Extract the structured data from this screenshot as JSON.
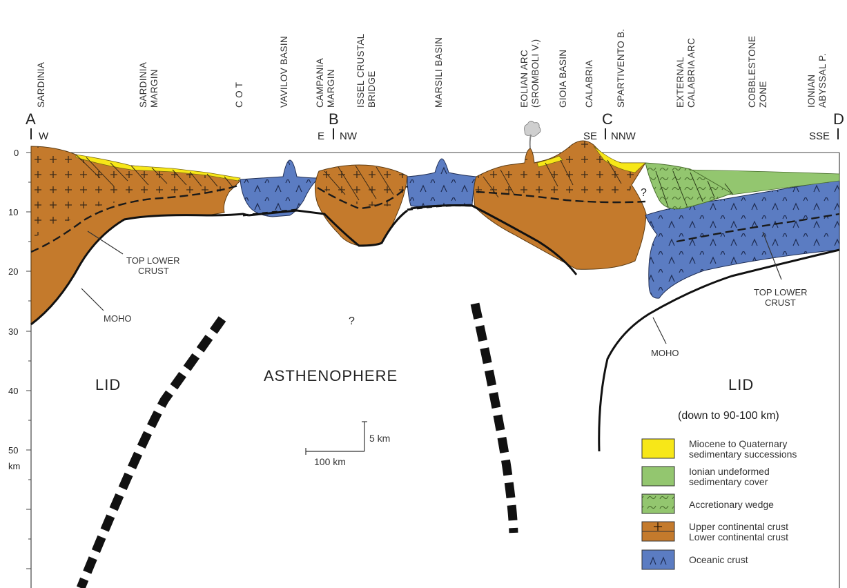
{
  "regions": [
    [
      "SARDINIA"
    ],
    [
      "SARDINIA",
      "MARGIN"
    ],
    [
      "C O T"
    ],
    [
      "VAVILOV BASIN"
    ],
    [
      "CAMPANIA",
      "MARGIN"
    ],
    [
      "ISSEL CRUSTAL",
      "BRIDGE"
    ],
    [
      "MARSILI BASIN"
    ],
    [
      "EOLIAN ARC",
      "(SROMBOLI V.)"
    ],
    [
      "GIOIA BASIN"
    ],
    [
      "CALABRIA"
    ],
    [
      "SPARTIVENTO B."
    ],
    [
      "EXTERNAL",
      "CALABRIA ARC"
    ],
    [
      "COBBLESTONE",
      "ZONE"
    ],
    [
      "IONIAN",
      "ABYSSAL P."
    ]
  ],
  "points": {
    "a": "A",
    "b": "B",
    "c": "C",
    "d": "D"
  },
  "directions": {
    "w": "W",
    "e": "E",
    "nw": "NW",
    "se": "SE",
    "nnw": "NNW",
    "sse": "SSE"
  },
  "depth_axis": {
    "ticks": [
      "0",
      "10",
      "20",
      "30",
      "40",
      "50"
    ],
    "unit": "km"
  },
  "annotations": {
    "top_lower_crust_left": [
      "TOP LOWER",
      "CRUST"
    ],
    "top_lower_crust_right": [
      "TOP LOWER",
      "CRUST"
    ],
    "moho_left": "MOHO",
    "moho_right": "MOHO",
    "question_mark": "?",
    "lid_left": "LID",
    "lid_right": "LID",
    "lid_note": "(down to 90-100 km)",
    "asthenosphere": "ASTHENOPHERE"
  },
  "scale": {
    "vertical": "5 km",
    "horizontal": "100 km"
  },
  "legend": [
    {
      "lines": [
        "Miocene to Quaternary",
        "sedimentary successions"
      ],
      "color": "#f7e718"
    },
    {
      "lines": [
        "Ionian undeformed",
        "sedimentary cover"
      ],
      "color": "#93c66f"
    },
    {
      "lines": [
        "Accretionary wedge"
      ],
      "color": "#93c66f"
    },
    {
      "lines": [
        "Upper continental crust",
        "Lower continental crust"
      ],
      "color": "#c47a2c"
    },
    {
      "lines": [
        "Oceanic crust"
      ],
      "color": "#5b7cc2"
    }
  ],
  "colors": {
    "sediment": "#f7e718",
    "ionian_cover": "#93c66f",
    "wedge": "#93c66f",
    "continental": "#c47a2c",
    "oceanic": "#5b7cc2"
  }
}
